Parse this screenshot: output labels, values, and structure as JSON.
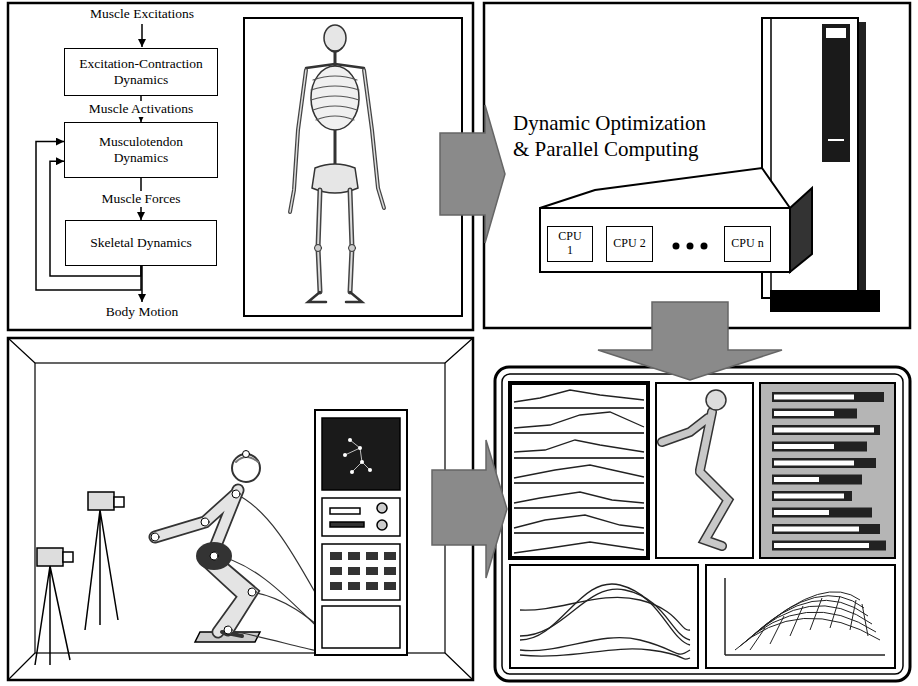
{
  "diagram": {
    "nodes": [
      {
        "text": [
          "Excitation-Contraction Dynamics"
        ]
      },
      {
        "text": [
          "Musculotendon Dynamics"
        ]
      },
      {
        "text": [
          "Skeletal Dynamics"
        ]
      },
      {
        "text": [
          "CPU 1"
        ]
      },
      {
        "text": [
          "CPU 2"
        ]
      },
      {
        "text": [
          "CPU n"
        ]
      }
    ],
    "edges": [
      {
        "from": 0,
        "to": 1,
        "arrow": "to",
        "label": "Muscle Activations"
      },
      {
        "from": 1,
        "to": 2,
        "arrow": "to",
        "label": "Muscle Forces"
      },
      {
        "from": 2,
        "to": 1,
        "arrow": "to"
      },
      {
        "from": 2,
        "to": 1,
        "arrow": "to"
      }
    ],
    "labels": [
      "Muscle Excitations",
      "Body Motion",
      "Dynamic Optimization & Parallel Computing"
    ]
  }
}
